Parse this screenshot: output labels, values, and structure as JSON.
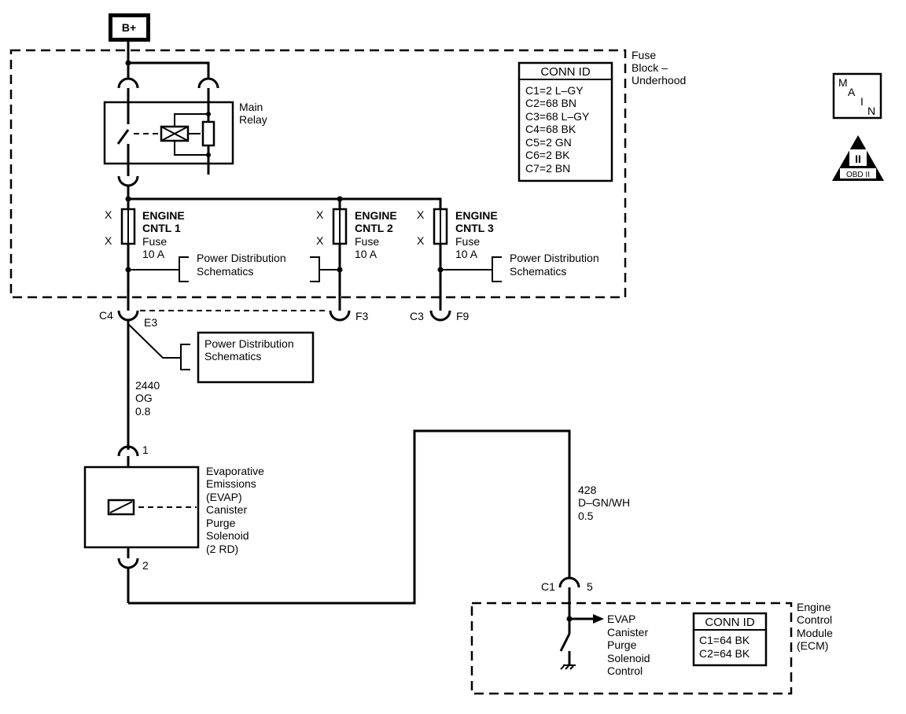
{
  "power_source": {
    "label": "B+"
  },
  "fuse_block": {
    "label_lines": [
      "Fuse",
      "Block –",
      "Underhood"
    ],
    "conn_id": {
      "title": "CONN ID",
      "lines": [
        "C1=2 L–GY",
        "C2=68 BN",
        "C3=68 L–GY",
        "C4=68 BK",
        "C5=2 GN",
        "C6=2 BK",
        "C7=2 BN"
      ]
    },
    "relay_label_lines": [
      "Main",
      "Relay"
    ],
    "fuses": [
      {
        "name_lines": [
          "ENGINE",
          "CNTL 1"
        ],
        "type": "Fuse",
        "rating": "10 A"
      },
      {
        "name_lines": [
          "ENGINE",
          "CNTL 2"
        ],
        "type": "Fuse",
        "rating": "10 A"
      },
      {
        "name_lines": [
          "ENGINE",
          "CNTL 3"
        ],
        "type": "Fuse",
        "rating": "10 A"
      }
    ],
    "x_mark": "X",
    "power_dist_lines": [
      "Power Distribution",
      "Schematics"
    ]
  },
  "connectors": {
    "c4": "C4",
    "e3": "E3",
    "f3": "F3",
    "c3": "C3",
    "f9": "F9",
    "pin1": "1",
    "pin2": "2",
    "c1": "C1",
    "pin5": "5"
  },
  "wires": {
    "orange": [
      "2440",
      "OG",
      "0.8"
    ],
    "green": [
      "428",
      "D–GN/WH",
      "0.5"
    ]
  },
  "power_dist_box_lines": [
    "Power Distribution",
    "Schematics"
  ],
  "evap_solenoid_lines": [
    "Evaporative",
    "Emissions",
    "(EVAP)",
    "Canister",
    "Purge",
    "Solenoid",
    "(2 RD)"
  ],
  "ecm": {
    "label_lines": [
      "Engine",
      "Control",
      "Module",
      "(ECM)"
    ],
    "control_lines": [
      "EVAP",
      "Canister",
      "Purge",
      "Solenoid",
      "Control"
    ],
    "conn_id": {
      "title": "CONN ID",
      "lines": [
        "C1=64 BK",
        "C2=64 BK"
      ]
    }
  },
  "badges": {
    "main_letters": [
      "M",
      "A",
      "I",
      "N"
    ],
    "obd_numeral": "II",
    "obd_text": "OBD II"
  }
}
